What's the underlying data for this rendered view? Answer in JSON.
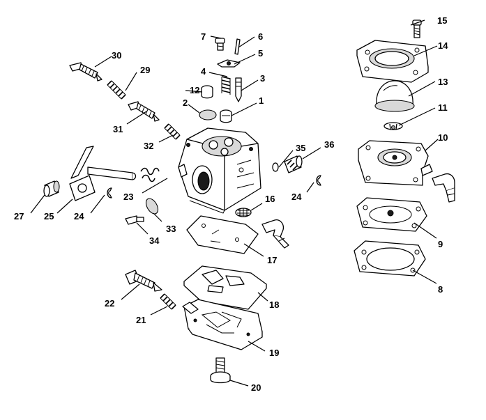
{
  "labels": {
    "n1": "1",
    "n2": "2",
    "n3": "3",
    "n4": "4",
    "n5": "5",
    "n6": "6",
    "n7": "7",
    "n8": "8",
    "n9": "9",
    "n10": "10",
    "n11": "11",
    "n12": "12",
    "n13": "13",
    "n14": "14",
    "n15": "15",
    "n16": "16",
    "n17": "17",
    "n18": "18",
    "n19": "19",
    "n20": "20",
    "n21": "21",
    "n22": "22",
    "n23": "23",
    "n24a": "24",
    "n24b": "24",
    "n25": "25",
    "n27": "27",
    "n29": "29",
    "n30": "30",
    "n31": "31",
    "n32": "32",
    "n33": "33",
    "n34": "34",
    "n35": "35",
    "n36": "36"
  }
}
